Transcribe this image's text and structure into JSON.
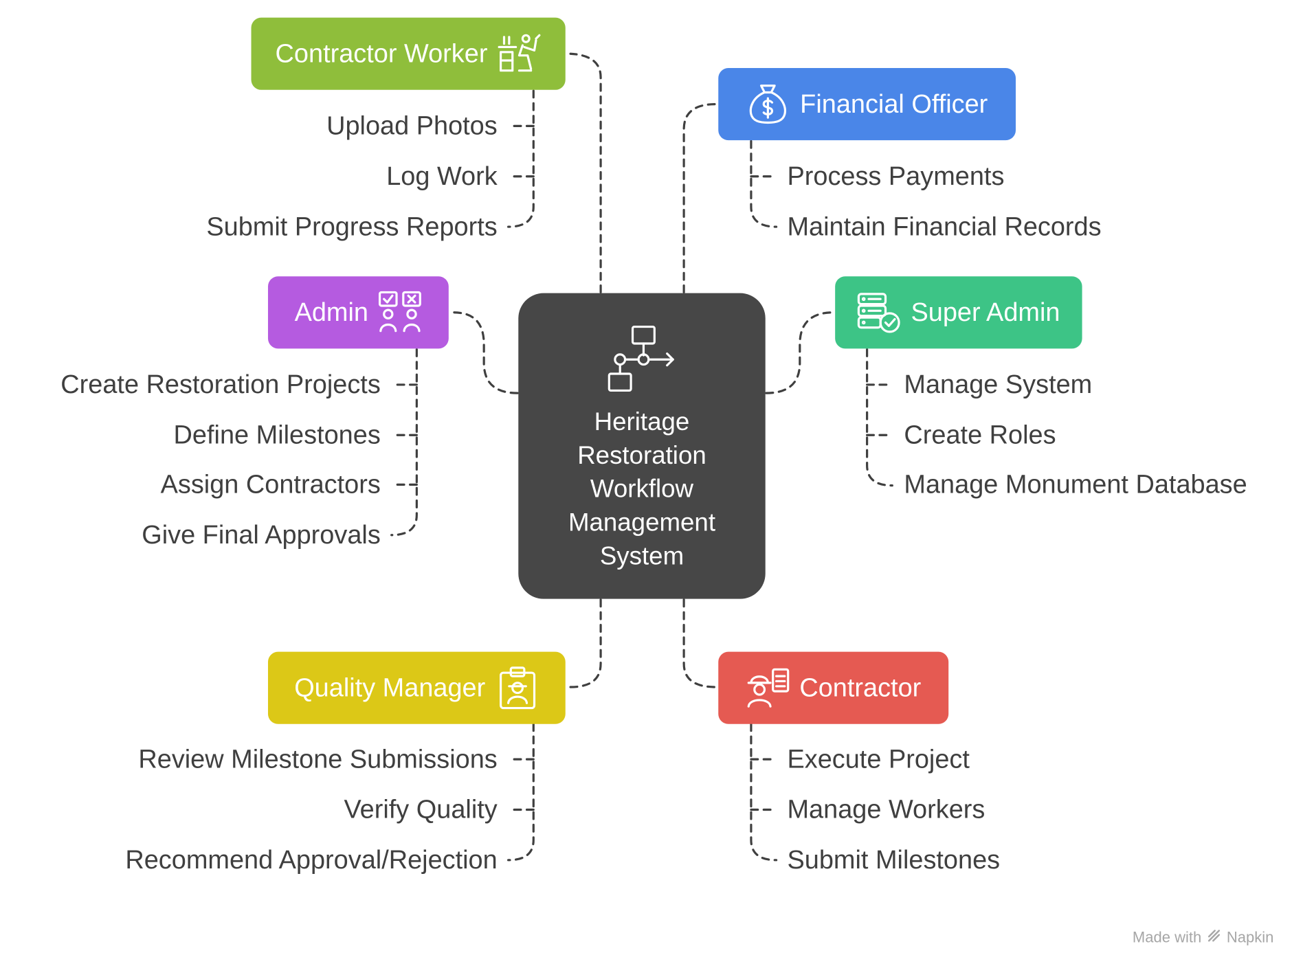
{
  "center": {
    "title": "Heritage Restoration Workflow Management System",
    "icon": "workflow-icon"
  },
  "roles": {
    "contractor_worker": {
      "title": "Contractor Worker",
      "color": "#8fbe3b",
      "icon": "worker-desk-icon",
      "tasks": [
        "Upload Photos",
        "Log Work",
        "Submit Progress Reports"
      ]
    },
    "financial_officer": {
      "title": "Financial Officer",
      "color": "#4a86e8",
      "icon": "money-bag-icon",
      "tasks": [
        "Process Payments",
        "Maintain Financial Records"
      ]
    },
    "admin": {
      "title": "Admin",
      "color": "#b55be0",
      "icon": "approval-people-icon",
      "tasks": [
        "Create Restoration Projects",
        "Define Milestones",
        "Assign Contractors",
        "Give Final Approvals"
      ]
    },
    "super_admin": {
      "title": "Super Admin",
      "color": "#3dc486",
      "icon": "database-check-icon",
      "tasks": [
        "Manage System",
        "Create Roles",
        "Manage Monument Database"
      ]
    },
    "quality_manager": {
      "title": "Quality Manager",
      "color": "#dcc817",
      "icon": "inspector-badge-icon",
      "tasks": [
        "Review Milestone Submissions",
        "Verify Quality",
        "Recommend Approval/Rejection"
      ]
    },
    "contractor": {
      "title": "Contractor",
      "color": "#e55a52",
      "icon": "engineer-checklist-icon",
      "tasks": [
        "Execute Project",
        "Manage Workers",
        "Submit Milestones"
      ]
    }
  },
  "footer": {
    "prefix": "Made with",
    "brand": "Napkin",
    "icon": "napkin-logo-icon"
  }
}
